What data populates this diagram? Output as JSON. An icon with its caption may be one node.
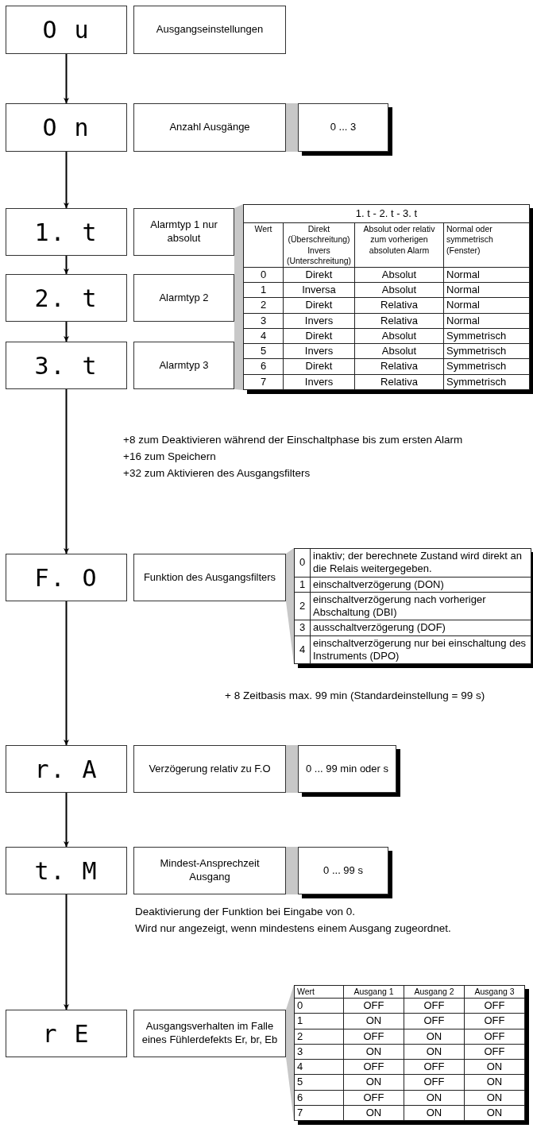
{
  "diagram": {
    "nodes": [
      {
        "text": [
          "O u"
        ]
      },
      {
        "text": [
          "Ausgangseinstellungen"
        ]
      },
      {
        "text": [
          "O n"
        ]
      },
      {
        "text": [
          "Anzahl Ausgänge"
        ]
      },
      {
        "text": [
          "0 ... 3"
        ]
      },
      {
        "text": [
          "1. t"
        ]
      },
      {
        "text": [
          "Alarmtyp 1 nur absolut"
        ]
      },
      {
        "text": [
          "2. t"
        ]
      },
      {
        "text": [
          "Alarmtyp 2"
        ]
      },
      {
        "text": [
          "3. t"
        ]
      },
      {
        "text": [
          "Alarmtyp 3"
        ]
      },
      {
        "text": [
          "F. O"
        ]
      },
      {
        "text": [
          "Funktion des Ausgangsfilters"
        ]
      },
      {
        "text": [
          "r. A"
        ]
      },
      {
        "text": [
          "Verzögerung relativ zu F.O"
        ]
      },
      {
        "text": [
          "0 ... 99 min oder s"
        ]
      },
      {
        "text": [
          "t. M"
        ]
      },
      {
        "text": [
          "Mindest-Ansprechzeit Ausgang"
        ]
      },
      {
        "text": [
          "0 ... 99 s"
        ]
      },
      {
        "text": [
          "r E"
        ]
      },
      {
        "text": [
          "Ausgangsverhalten im Falle eines Fühlerdefekts Er, br, Eb"
        ]
      }
    ],
    "edges": [
      {
        "from": 0,
        "to": 2,
        "arrow": "to"
      },
      {
        "from": 2,
        "to": 5,
        "arrow": "to"
      },
      {
        "from": 5,
        "to": 7,
        "arrow": "to"
      },
      {
        "from": 7,
        "to": 9,
        "arrow": "to"
      },
      {
        "from": 9,
        "to": 11,
        "arrow": "to"
      },
      {
        "from": 11,
        "to": 13,
        "arrow": "to"
      },
      {
        "from": 13,
        "to": 16,
        "arrow": "to"
      },
      {
        "from": 16,
        "to": 19,
        "arrow": "to"
      }
    ],
    "labels": [
      "1. t - 2. t - 3. t",
      "Wert",
      "Direkt (Überschreitung) Invers (Unterschreitung)",
      "Absolut oder relativ zum vorherigen absoluten Alarm",
      "Normal oder symmetrisch (Fenster)",
      "0",
      "Direkt",
      "Absolut",
      "Normal",
      "1",
      "Inversa",
      "Absolut",
      "Normal",
      "2",
      "Direkt",
      "Relativa",
      "Normal",
      "3",
      "Invers",
      "Relativa",
      "Normal",
      "4",
      "Direkt",
      "Absolut",
      "Symmetrisch",
      "5",
      "Invers",
      "Absolut",
      "Symmetrisch",
      "6",
      "Direkt",
      "Relativa",
      "Symmetrisch",
      "7",
      "Invers",
      "Relativa",
      "Symmetrisch",
      "+8 zum Deaktivieren während der Einschaltphase bis zum ersten Alarm",
      "+16 zum Speichern",
      "+32 zum Aktivieren des Ausgangsfilters",
      "0",
      "inaktiv; der berechnete Zustand wird direkt an die Relais weitergegeben.",
      "1",
      "einschaltverzögerung (DON)",
      "2",
      "einschaltverzögerung nach vorheriger Abschaltung (DBI)",
      "3",
      "ausschaltverzögerung (DOF)",
      "4",
      "einschaltverzögerung nur bei einschaltung des Instruments (DPO)",
      "+ 8 Zeitbasis max. 99 min (Standardeinstellung = 99 s)",
      "Deaktivierung der Funktion bei Eingabe von 0.",
      "Wird nur angezeigt, wenn mindestens einem Ausgang zugeordnet.",
      "Wert",
      "Ausgang 1",
      "Ausgang 2",
      "Ausgang 3",
      "0",
      "OFF",
      "OFF",
      "OFF",
      "1",
      "ON",
      "OFF",
      "OFF",
      "2",
      "OFF",
      "ON",
      "OFF",
      "3",
      "ON",
      "ON",
      "OFF",
      "4",
      "OFF",
      "OFF",
      "ON",
      "5",
      "ON",
      "OFF",
      "ON",
      "6",
      "OFF",
      "ON",
      "ON",
      "7",
      "ON",
      "ON",
      "ON"
    ]
  }
}
